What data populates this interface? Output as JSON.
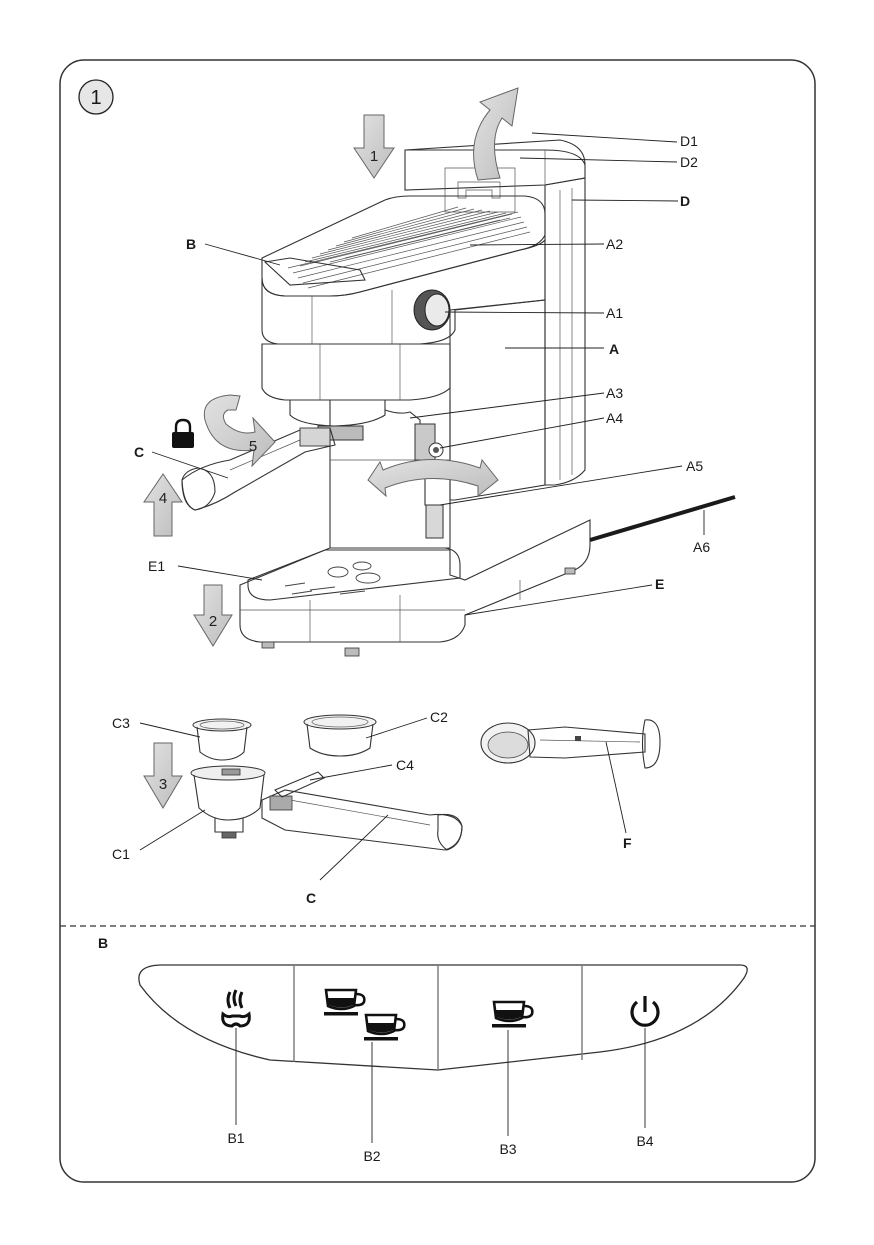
{
  "figure": {
    "number": "1",
    "section_b_label": "B"
  },
  "labels": {
    "D1": "D1",
    "D2": "D2",
    "D": "D",
    "B": "B",
    "A2": "A2",
    "A1": "A1",
    "A": "A",
    "A3": "A3",
    "A4": "A4",
    "A5": "A5",
    "A6": "A6",
    "C": "C",
    "E1": "E1",
    "E": "E",
    "C3": "C3",
    "C2": "C2",
    "C4": "C4",
    "C1": "C1",
    "C_bottom": "C",
    "F": "F",
    "B1": "B1",
    "B2": "B2",
    "B3": "B3",
    "B4": "B4"
  },
  "steps": {
    "s1": "1",
    "s2": "2",
    "s3": "3",
    "s4": "4",
    "s5": "5"
  },
  "colors": {
    "arrow_fill": "#d0d0d0",
    "arrow_stroke": "#666666",
    "line": "#333333"
  },
  "icons": {
    "B1": "steam-icon",
    "B2": "double-cup-icon",
    "B3": "single-cup-icon",
    "B4": "power-icon"
  }
}
